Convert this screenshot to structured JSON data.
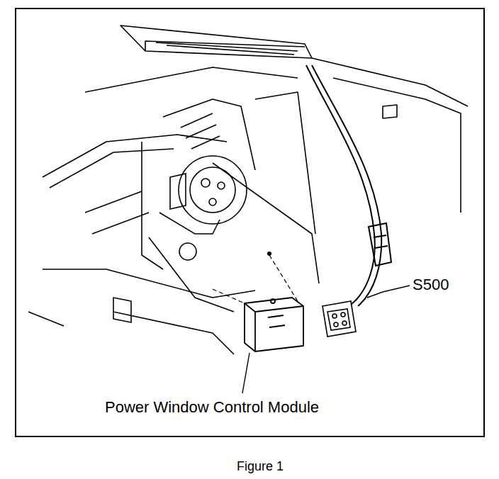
{
  "diagram": {
    "caption": "Figure 1",
    "labels": [
      "S500",
      "Power Window Control Module"
    ]
  }
}
